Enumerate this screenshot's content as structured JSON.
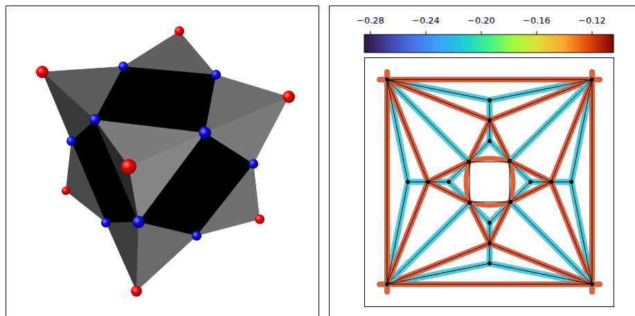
{
  "diagram": {
    "labels": [
      "−0.28",
      "−0.24",
      "−0.20",
      "−0.16",
      "−0.12"
    ]
  }
}
